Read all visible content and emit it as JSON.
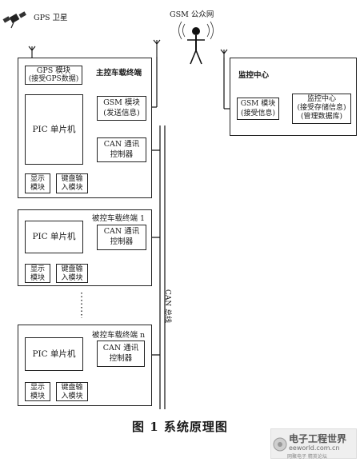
{
  "labels": {
    "gps_satellite": "GPS 卫星",
    "gsm_network": "GSM 公众网",
    "main_title": "主控车载终端",
    "gps_module_l1": "GPS 模块",
    "gps_module_l2": "(接受GPS数据)",
    "pic_mcu": "PIC 单片机",
    "gsm_module_l1": "GSM 模块",
    "gsm_module_l2": "(发送信息)",
    "can_ctrl_l1": "CAN 通讯",
    "can_ctrl_l2": "控制器",
    "display_l1": "显示",
    "display_l2": "模块",
    "keyboard_l1": "键盘输",
    "keyboard_l2": "入模块",
    "sub1_title": "被控车载终端 1",
    "subn_title": "被控车载终端 n",
    "monitor_title": "监控中心",
    "mon_gsm_l1": "GSM 模块",
    "mon_gsm_l2": "(接受信息)",
    "mon_center_l1": "监控中心",
    "mon_center_l2": "(接受存储信息)",
    "mon_center_l3": "(管理数据库)",
    "can_bus": "CAN 总线",
    "figure_caption": "图 1    系统原理图"
  },
  "watermark": {
    "brand": "电子工程世界",
    "site": "eeworld.com.cn",
    "tagline": "网聚电子 精英论坛"
  }
}
